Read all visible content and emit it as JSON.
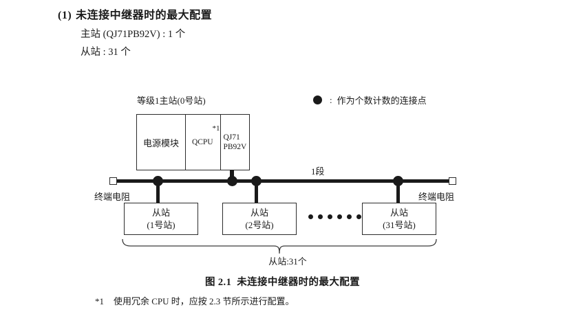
{
  "heading": {
    "index": "(1)",
    "title": "未连接中继器时的最大配置"
  },
  "specs": {
    "master": "主站 (QJ71PB92V) : 1 个",
    "slave": "从站 : 31 个"
  },
  "legend": {
    "symbol": "filled-circle",
    "colon": ":",
    "text": "作为个数计数的连接点"
  },
  "diagram": {
    "master_station_label": "等级1主站(0号站)",
    "rack": {
      "power_module": "电源模块",
      "cpu": "QCPU",
      "cpu_footnote_mark": "*1",
      "network_module_line1": "QJ71",
      "network_module_line2": "PB92V"
    },
    "segment_label": "1段",
    "terminator_left_label": "终端电阻",
    "terminator_right_label": "终端电阻",
    "ellipsis_dot_count": 6,
    "bus_dots": [
      {
        "name": "slave-1-tap"
      },
      {
        "name": "master-tap"
      },
      {
        "name": "slave-2-tap"
      },
      {
        "name": "slave-31-tap"
      }
    ],
    "slaves": [
      {
        "title": "从站",
        "station": "(1号站)"
      },
      {
        "title": "从站",
        "station": "(2号站)"
      },
      {
        "title": "从站",
        "station": "(31号站)"
      }
    ],
    "total_label": "从站:31个"
  },
  "caption": {
    "figure_number": "图 2.1",
    "figure_title": "未连接中继器时的最大配置"
  },
  "footnote": {
    "mark": "*1",
    "text": "使用冗余 CPU 时，应按 2.3 节所示进行配置。"
  },
  "colors": {
    "ink": "#1a1a1a",
    "line": "#2b2b2b",
    "page": "#ffffff"
  }
}
